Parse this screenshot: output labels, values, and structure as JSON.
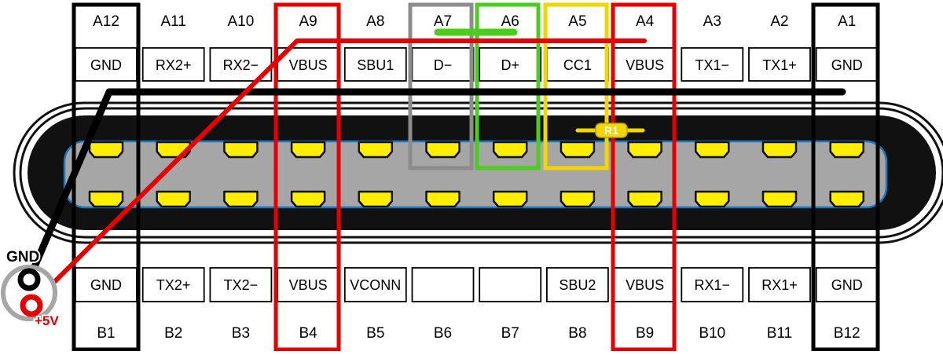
{
  "top_row": {
    "pins": [
      "A12",
      "A11",
      "A10",
      "A9",
      "A8",
      "A7",
      "A6",
      "A5",
      "A4",
      "A3",
      "A2",
      "A1"
    ],
    "signals": [
      "GND",
      "RX2+",
      "RX2−",
      "VBUS",
      "SBU1",
      "D−",
      "D+",
      "CC1",
      "VBUS",
      "TX1−",
      "TX1+",
      "GND"
    ]
  },
  "bottom_row": {
    "signals": [
      "GND",
      "TX2+",
      "TX2−",
      "VBUS",
      "VCONN",
      "",
      "",
      "SBU2",
      "VBUS",
      "RX1−",
      "RX1+",
      "GND"
    ],
    "pins": [
      "B1",
      "B2",
      "B3",
      "B4",
      "B5",
      "B6",
      "B7",
      "B8",
      "B9",
      "B10",
      "B11",
      "B12"
    ]
  },
  "resistor_label": "R1",
  "power_jack": {
    "gnd_label": "GND",
    "vplus_label": "+5V"
  },
  "colors": {
    "gnd_wire": "#000000",
    "vbus_wire": "#e60000",
    "dminus_box": "#8c8c8c",
    "dplus_box": "#4ccc1c",
    "cc1_box": "#f2d600",
    "contact": "#ffee00",
    "tongue": "#a6a6a6",
    "tongue_outline": "#1a78c2",
    "shell": "#111111"
  }
}
